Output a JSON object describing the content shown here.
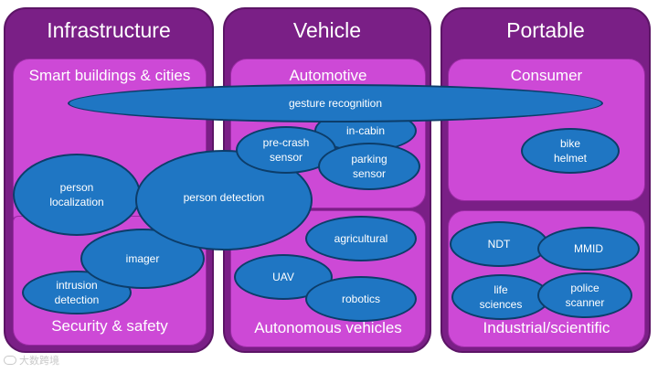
{
  "columns": {
    "infrastructure": {
      "title": "Infrastructure",
      "top_label": "Smart buildings & cities",
      "bottom_label": "Security & safety"
    },
    "vehicle": {
      "title": "Vehicle",
      "top_label": "Automotive",
      "bottom_label": "Autonomous vehicles"
    },
    "portable": {
      "title": "Portable",
      "top_label": "Consumer",
      "bottom_label": "Industrial/scientific"
    }
  },
  "applications": {
    "gesture_recognition": "gesture recognition",
    "pre_crash_sensor": "pre-crash\nsensor",
    "in_cabin": "in-cabin",
    "parking_sensor": "parking\nsensor",
    "person_localization": "person\nlocalization",
    "person_detection": "person detection",
    "imager": "imager",
    "intrusion_detection": "intrusion\ndetection",
    "agricultural": "agricultural",
    "uav": "UAV",
    "robotics": "robotics",
    "bike_helmet": "bike\nhelmet",
    "ndt": "NDT",
    "mmid": "MMID",
    "life_sciences": "life\nsciences",
    "police_scanner": "police\nscanner"
  },
  "colors": {
    "column_fill": "#7a1f86",
    "section_fill": "#cd49d6",
    "bubble_fill": "#1f76c3",
    "bubble_border": "#0c3d6a"
  },
  "watermark": {
    "text": "大数跨境"
  }
}
